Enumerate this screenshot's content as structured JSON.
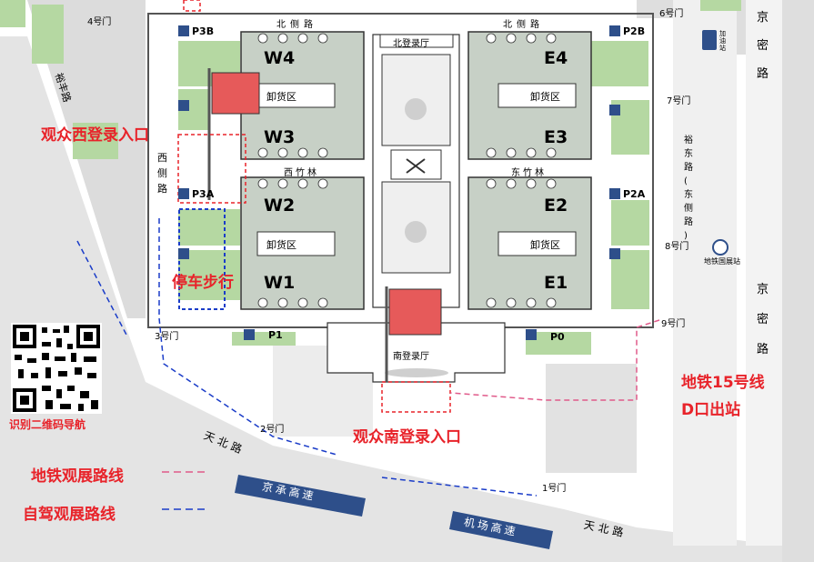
{
  "roads": {
    "north_road": "北侧路",
    "north_road_2": "北侧路",
    "west_road": [
      "西",
      "侧",
      "路"
    ],
    "yufeng_road": "裕丰路",
    "yudong_road": [
      "裕",
      "东",
      "路"
    ],
    "yudong_sub": [
      "(",
      "东",
      "侧",
      "路",
      ")"
    ],
    "jingmi_road_top": [
      "京",
      "密",
      "路"
    ],
    "jingmi_road_bottom": [
      "京",
      "密",
      "路"
    ],
    "tianbei_road_1": "天北路",
    "tianbei_road_2": "天北路",
    "jingcheng_expressway": "京承高速",
    "airport_expressway": "机场高速"
  },
  "gates": [
    "1号门",
    "2号门",
    "3号门",
    "4号门",
    "6号门",
    "7号门",
    "8号门",
    "9号门"
  ],
  "halls": [
    "W4",
    "W3",
    "W2",
    "W1",
    "E4",
    "E3",
    "E2",
    "E1"
  ],
  "parking": [
    "P3B",
    "P3A",
    "P2B",
    "P2A",
    "P1",
    "P0"
  ],
  "facilities": {
    "north_hall": "北登录厅",
    "south_hall": "南登录厅",
    "unload_w_top": "卸货区",
    "unload_w_bottom": "卸货区",
    "unload_e_top": "卸货区",
    "unload_e_bottom": "卸货区",
    "west_bamboo": "西竹林",
    "east_bamboo": "东竹林",
    "gas_station": "加油站",
    "metro_station": "地铁国展站"
  },
  "callouts": {
    "west_entrance": "观众西登录入口",
    "south_entrance": "观众南登录入口",
    "parking_walk": "停车步行",
    "metro_exit_line1": "地铁15号线",
    "metro_exit_line2": "D口出站"
  },
  "qr_label": "识别二维码导航",
  "legend": {
    "metro_route": "地铁观展路线",
    "drive_route": "自驾观展路线"
  },
  "colors": {
    "hall_fill": "#c7d0c6",
    "green_lot": "#b5d8a2",
    "road_gray": "#d6d6d6",
    "metro_red": "#e8232a",
    "drive_blue": "#1a3cc8",
    "sign_blue": "#2e4f8a"
  }
}
